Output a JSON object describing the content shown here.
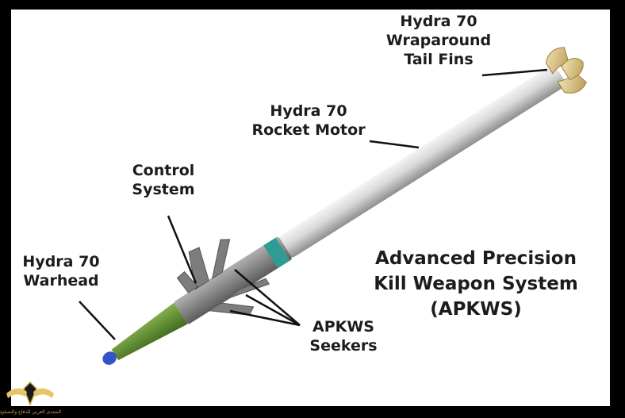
{
  "labels": {
    "tail_fins": [
      "Hydra 70",
      "Wraparound",
      "Tail Fins"
    ],
    "rocket_motor": [
      "Hydra 70",
      "Rocket Motor"
    ],
    "control_system": [
      "Control",
      "System"
    ],
    "warhead": [
      "Hydra 70",
      "Warhead"
    ],
    "seekers": [
      "APKWS",
      "Seekers"
    ]
  },
  "title": [
    "Advanced Precision",
    "Kill Weapon System",
    "(APKWS)"
  ],
  "watermark": {
    "text": "المنتدى العربي للدفاع والتسليح"
  },
  "colors": {
    "background": "#000000",
    "panel": "#ffffff",
    "motor": "#d6d6d6",
    "guidance": "#8a8a8a",
    "band": "#2e9c92",
    "warhead": "#5e8a2e",
    "tip": "#3553c8",
    "fins": "#d8c48a",
    "text": "#1c1c1c"
  }
}
